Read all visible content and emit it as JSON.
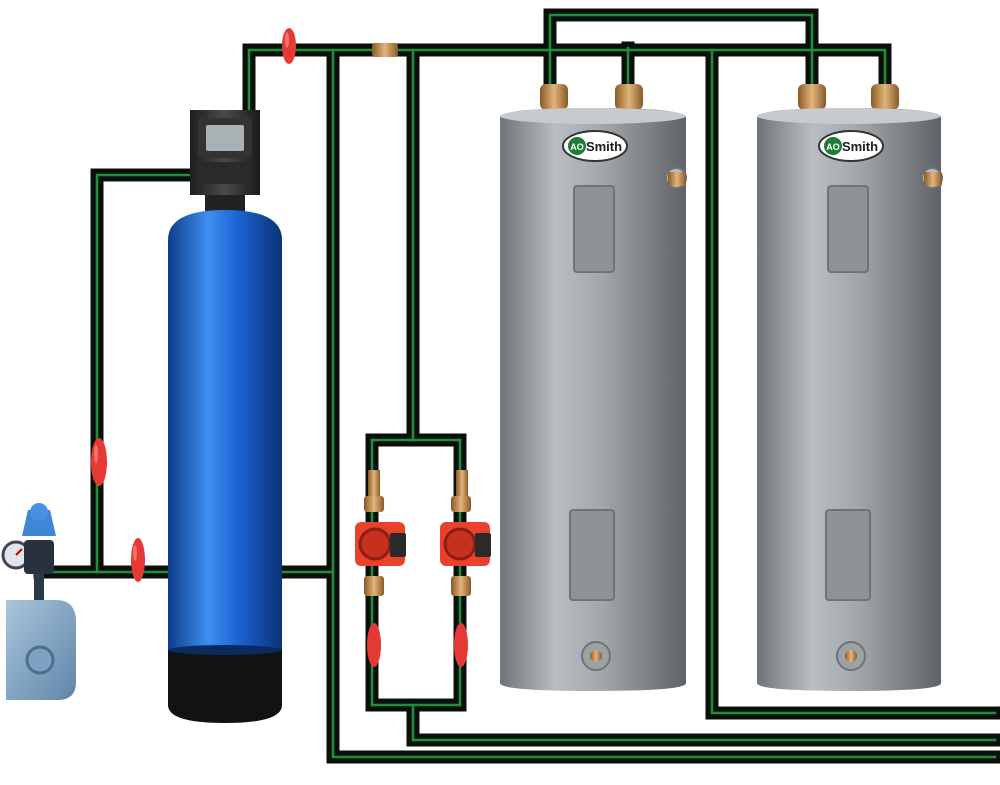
{
  "heaters": [
    {
      "brand": "A.O.Smith",
      "logo_mark": "AO",
      "logo_word": "Smith"
    },
    {
      "brand": "A.O.Smith",
      "logo_mark": "AO",
      "logo_word": "Smith"
    }
  ],
  "colors": {
    "pipe": "#0b0f0b",
    "pipe_stripe": "#1f8f3c",
    "valve_red": "#e53935",
    "filter_blue": "#1f6fe0",
    "heater_gray": "#9aa0a6",
    "brass": "#c8924f",
    "pump_red": "#e8412c"
  }
}
